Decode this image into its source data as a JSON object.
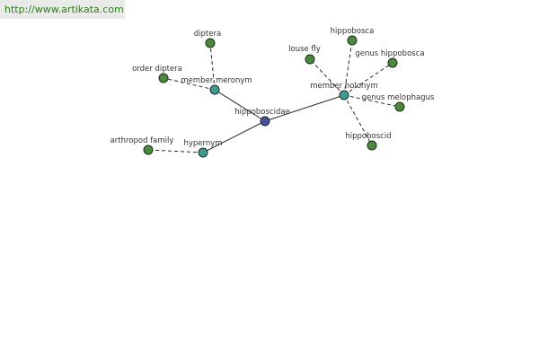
{
  "source": {
    "url": "http://www.artikata.com"
  },
  "graph": {
    "colors": {
      "root_fill": "#4b4fa0",
      "relation_fill": "#3f9a96",
      "leaf_fill": "#4a8a3d"
    },
    "nodes": [
      {
        "id": "hippoboscidae",
        "label": "hippoboscidae",
        "kind": "root"
      },
      {
        "id": "member-meronym",
        "label": "member meronym",
        "kind": "relation"
      },
      {
        "id": "member-holonym",
        "label": "member holonym",
        "kind": "relation"
      },
      {
        "id": "hypernym",
        "label": "hypernym",
        "kind": "relation"
      },
      {
        "id": "diptera",
        "label": "diptera",
        "kind": "leaf"
      },
      {
        "id": "order-diptera",
        "label": "order diptera",
        "kind": "leaf"
      },
      {
        "id": "hippobosca",
        "label": "hippobosca",
        "kind": "leaf"
      },
      {
        "id": "louse-fly",
        "label": "louse fly",
        "kind": "leaf"
      },
      {
        "id": "genus-hippobosca",
        "label": "genus hippobosca",
        "kind": "leaf"
      },
      {
        "id": "genus-melophagus",
        "label": "genus melophagus",
        "kind": "leaf"
      },
      {
        "id": "hippoboscid",
        "label": "hippoboscid",
        "kind": "leaf"
      },
      {
        "id": "arthropod-family",
        "label": "arthropod family",
        "kind": "leaf"
      }
    ],
    "edges": [
      {
        "from": "hippoboscidae",
        "to": "member-meronym",
        "style": "solid"
      },
      {
        "from": "hippoboscidae",
        "to": "member-holonym",
        "style": "solid"
      },
      {
        "from": "hippoboscidae",
        "to": "hypernym",
        "style": "solid"
      },
      {
        "from": "member-meronym",
        "to": "diptera",
        "style": "dashed"
      },
      {
        "from": "member-meronym",
        "to": "order-diptera",
        "style": "dashed"
      },
      {
        "from": "member-holonym",
        "to": "hippobosca",
        "style": "dashed"
      },
      {
        "from": "member-holonym",
        "to": "louse-fly",
        "style": "dashed"
      },
      {
        "from": "member-holonym",
        "to": "genus-hippobosca",
        "style": "dashed"
      },
      {
        "from": "member-holonym",
        "to": "genus-melophagus",
        "style": "dashed"
      },
      {
        "from": "member-holonym",
        "to": "hippoboscid",
        "style": "dashed"
      },
      {
        "from": "hypernym",
        "to": "arthropod-family",
        "style": "dashed"
      }
    ]
  }
}
